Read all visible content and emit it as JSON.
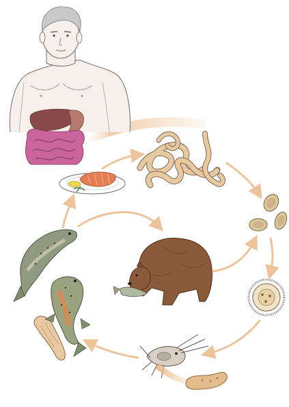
{
  "title": "",
  "caption": "",
  "stages": [
    {
      "name": "human-host",
      "icon": "human-torso-with-digestive-organs"
    },
    {
      "name": "salmon-dish",
      "icon": "plate-with-salmon-fillet-lemon"
    },
    {
      "name": "adult-tapeworm",
      "icon": "segmented-tapeworms"
    },
    {
      "name": "eggs",
      "icon": "oval-eggs"
    },
    {
      "name": "coracidium",
      "icon": "ciliated-larva"
    },
    {
      "name": "copepod",
      "icon": "copepod-crustacean"
    },
    {
      "name": "procercoid-larva",
      "icon": "elongated-larva"
    },
    {
      "name": "plerocercoid-larva",
      "icon": "larva-in-fish"
    },
    {
      "name": "fish-hosts",
      "icon": "salmon-trout-fish"
    },
    {
      "name": "bear-host",
      "icon": "brown-bear-eating-fish"
    }
  ],
  "colors": {
    "arrow": "#edc49a",
    "arrow_dark": "#e0a86e",
    "skin": "#f4e9e1",
    "outline": "#6b6b6b",
    "liver": "#8a4a4a",
    "intestine": "#c9659b",
    "stomach": "#b67b6f",
    "salmon": "#e57d54",
    "tapeworm": "#e8c9a0",
    "egg": "#dcc69f",
    "bear": "#8b5a3a",
    "fish_green": "#7c8f6a",
    "fish_orange": "#d98a4e",
    "larva": "#e3bc8c"
  }
}
